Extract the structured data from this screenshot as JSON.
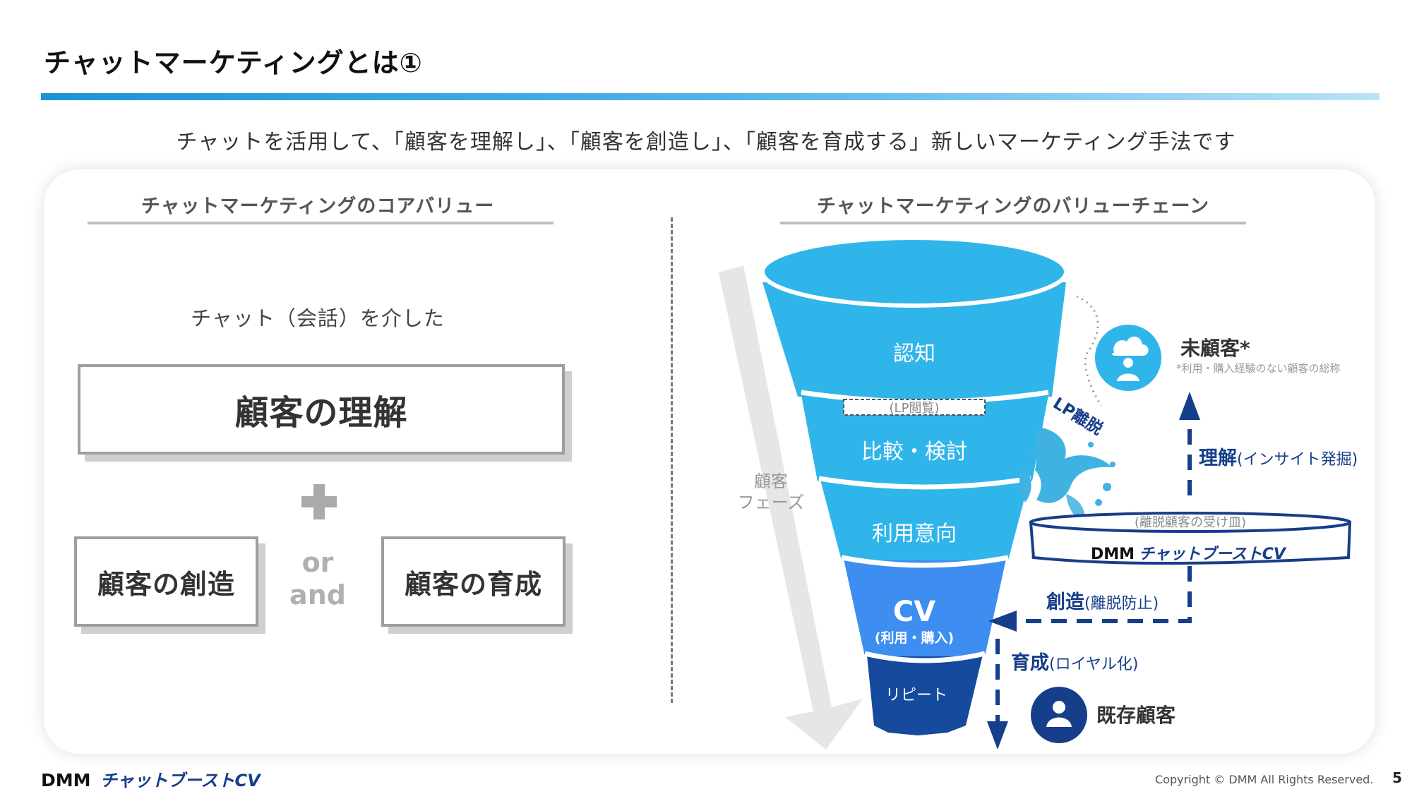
{
  "header": {
    "title": "チャットマーケティングとは①",
    "subtitle": "チャットを活用して、「顧客を理解し」、「顧客を創造し」、「顧客を育成する」新しいマーケティング手法です"
  },
  "left": {
    "heading": "チャットマーケティングのコアバリュー",
    "intro": "チャット（会話）を介した",
    "main_box": "顧客の理解",
    "create_box": "顧客の創造",
    "nurture_box": "顧客の育成",
    "or_label": "or",
    "and_label": "and"
  },
  "right": {
    "heading": "チャットマーケティングのバリューチェーン",
    "phase_label_1": "顧客",
    "phase_label_2": "フェーズ",
    "funnel": {
      "awareness": "認知",
      "lp_view": "(LP閲覧)",
      "compare": "比較・検討",
      "intent": "利用意向",
      "cv": "CV",
      "cv_sub": "(利用・購入)",
      "repeat": "リピート"
    },
    "lp_exit": "LP離脱",
    "non_customer": "未顧客*",
    "non_customer_note": "*利用・購入経験のない顧客の総称",
    "understand_main": "理解",
    "understand_sub": "(インサイト発掘)",
    "dish_caption": "(離脱顧客の受け皿)",
    "dish_logo_main": "DMM",
    "dish_logo_sub": "チャットブーストCV",
    "create_main": "創造",
    "create_sub": "(離脱防止)",
    "nurture_main": "育成",
    "nurture_sub": "(ロイヤル化)",
    "existing_customer": "既存顧客"
  },
  "footer": {
    "logo_main": "DMM",
    "logo_sub": "チャットブーストCV",
    "copyright": "Copyright © DMM All Rights Reserved.",
    "page": "5"
  },
  "colors": {
    "funnel_light": "#2fb5ea",
    "funnel_cv": "#3d8ef0",
    "funnel_repeat": "#154a9c",
    "navy": "#163e8a",
    "accent_bar": "#1a94d6"
  }
}
